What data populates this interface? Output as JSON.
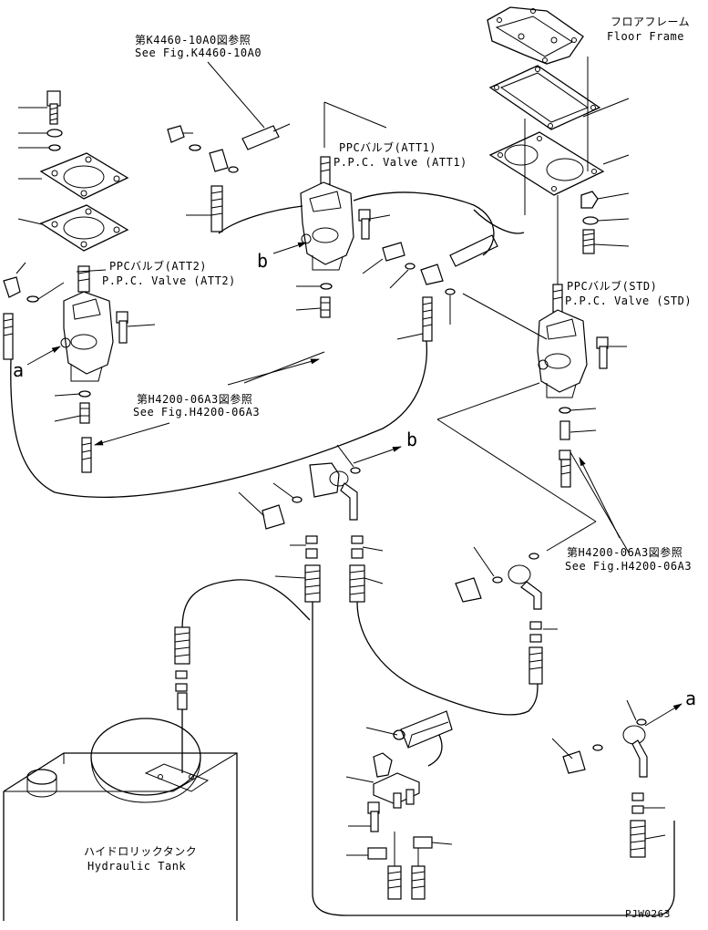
{
  "labels": {
    "ref_k4460_jp": "第K4460-10A0図参照",
    "ref_k4460_en": "See Fig.K4460-10A0",
    "floor_frame_jp": "フロアフレーム",
    "floor_frame_en": "Floor Frame",
    "ppc_att1_jp": "PPCバルブ(ATT1)",
    "ppc_att1_en": "P.P.C. Valve (ATT1)",
    "ppc_att2_jp": "PPCバルブ(ATT2)",
    "ppc_att2_en": "P.P.C. Valve (ATT2)",
    "ppc_std_jp": "PPCバルブ(STD)",
    "ppc_std_en": "P.P.C. Valve (STD)",
    "ref_h4200_left_jp": "第H4200-06A3図参照",
    "ref_h4200_left_en": "See Fig.H4200-06A3",
    "ref_h4200_right_jp": "第H4200-06A3図参照",
    "ref_h4200_right_en": "See Fig.H4200-06A3",
    "tank_jp": "ハイドロリックタンク",
    "tank_en": "Hydraulic Tank",
    "drawing_code": "PJW0263"
  },
  "connection_markers": {
    "a_left": "a",
    "a_right": "a",
    "b_left": "b",
    "b_middle": "b"
  }
}
